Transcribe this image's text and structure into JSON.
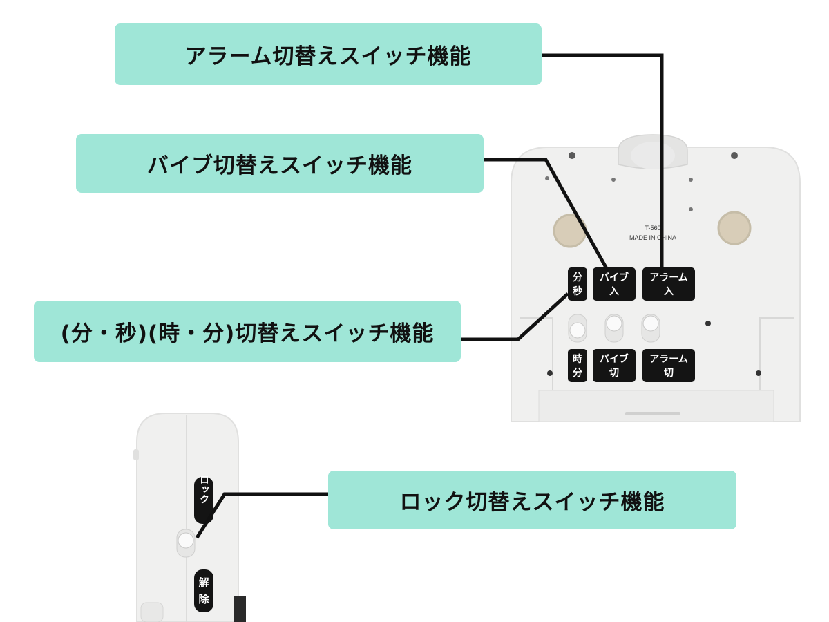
{
  "callouts": {
    "alarm": "アラーム切替えスイッチ機能",
    "vibration": "バイブ切替えスイッチ機能",
    "time_mode": "(分・秒)(時・分)切替えスイッチ機能",
    "lock": "ロック切替えスイッチ機能"
  },
  "device_back": {
    "model": "T-560",
    "origin": "MADE IN CHINA",
    "top_labels": {
      "minsec_line1": "分",
      "minsec_line2": "秒",
      "vib_on_line1": "バイブ",
      "vib_on_line2": "入",
      "alarm_on_line1": "アラーム",
      "alarm_on_line2": "入"
    },
    "bottom_labels": {
      "hourmin_line1": "時",
      "hourmin_line2": "分",
      "vib_off_line1": "バイブ",
      "vib_off_line2": "切",
      "alarm_off_line1": "アラーム",
      "alarm_off_line2": "切"
    }
  },
  "device_side": {
    "lock_label": "ロック",
    "release_line1": "解",
    "release_line2": "除"
  },
  "colors": {
    "callout_bg": "#9fe6d7",
    "device_body": "#f0f0ef",
    "label_bg": "#141414"
  }
}
